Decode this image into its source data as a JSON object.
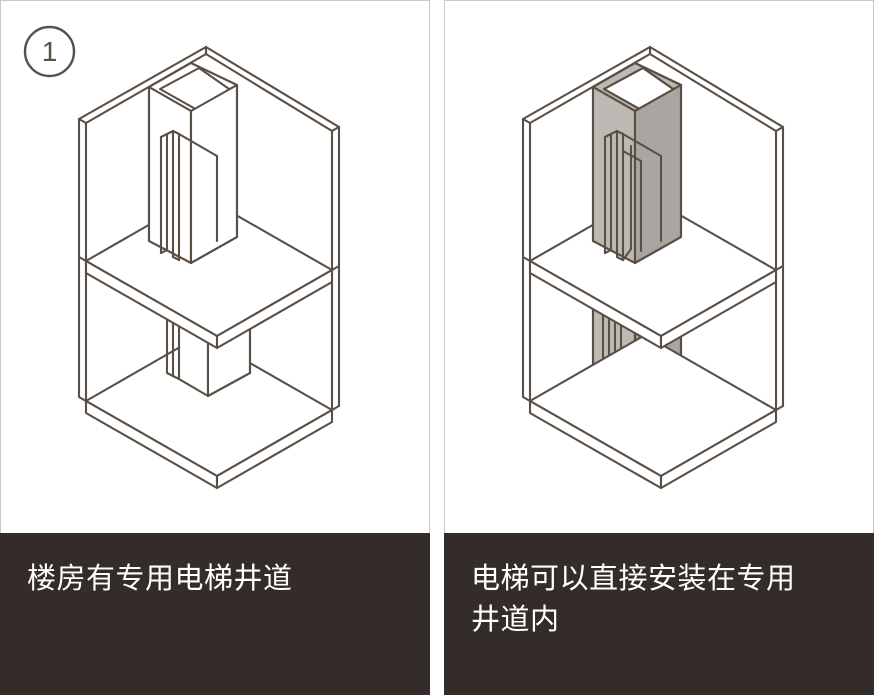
{
  "document": {
    "type": "installation-instruction-sheet",
    "panel_count": 2,
    "background_color": "#ffffff"
  },
  "style": {
    "line_color": "#5a4f45",
    "caption_bar_color": "#332c29",
    "caption_text_color": "#ffffff",
    "shaft_fill_light": "#bdbab5",
    "shaft_fill_mid": "#b3b0ab",
    "shaft_fill_dark": "#a9a6a1",
    "panel_border_color": "#c9c9c9",
    "slab_fill": "#ffffff"
  },
  "panels": [
    {
      "id": "panel-left",
      "badge": {
        "visible": true,
        "label": "1",
        "shape": "circle-outline"
      },
      "illustration": {
        "name": "building-with-empty-elevator-shaft",
        "description": "Isometric cutaway of a two-storey building showing an empty dedicated elevator hoistway opening through both floors"
      },
      "caption": "楼房有专用电梯井道"
    },
    {
      "id": "panel-right",
      "badge": {
        "visible": false,
        "label": "",
        "shape": "circle-outline"
      },
      "illustration": {
        "name": "building-with-installed-elevator-shaft",
        "description": "Same isometric cutaway with a grey elevator car and shaft installed inside the dedicated hoistway"
      },
      "caption": "电梯可以直接安装在专用\n井道内"
    }
  ]
}
